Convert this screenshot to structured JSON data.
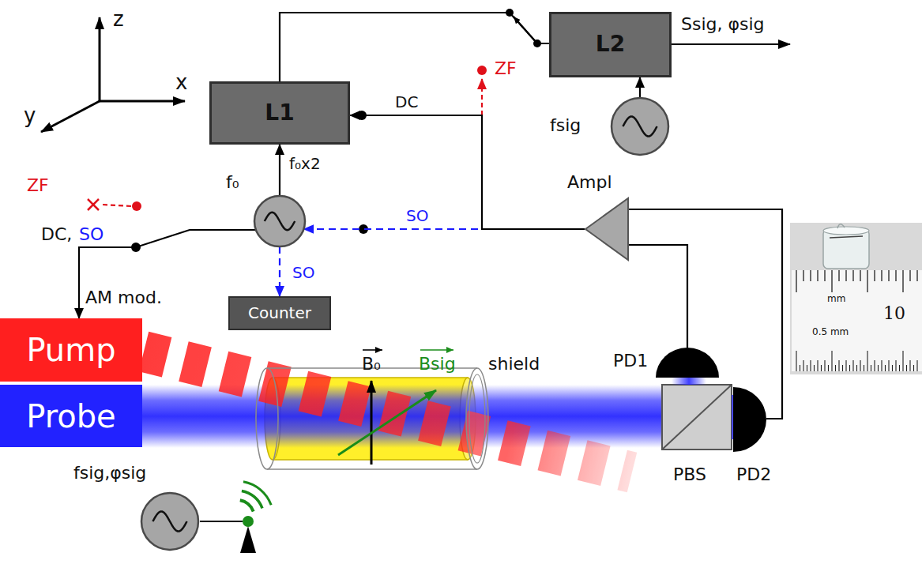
{
  "diagram": {
    "nodes": [
      {
        "text": [
          "L2"
        ]
      },
      {
        "text": [
          "fsig"
        ]
      },
      {
        "text": [
          "L1"
        ]
      },
      {
        "text": [
          "Ampl"
        ]
      },
      {
        "text": [
          "f₀"
        ]
      },
      {
        "text": [
          "Counter"
        ]
      },
      {
        "text": [
          "Pump"
        ]
      },
      {
        "text": [
          "Probe"
        ]
      },
      {
        "text": [
          "PD1"
        ]
      },
      {
        "text": [
          "PD2"
        ]
      },
      {
        "text": [
          "fsig,φsig"
        ]
      }
    ],
    "edges": [
      {
        "from": 2,
        "to": 0,
        "arrow": "none"
      },
      {
        "from": 1,
        "to": 0,
        "arrow": "to"
      },
      {
        "from": 4,
        "to": 2,
        "label": "f₀x2",
        "arrow": "to"
      },
      {
        "from": 3,
        "to": 4,
        "label": "SO",
        "arrow": "to"
      },
      {
        "from": 3,
        "to": 2,
        "label": "DC",
        "arrow": "to"
      },
      {
        "from": 4,
        "to": 6,
        "arrow": "to"
      },
      {
        "from": 4,
        "to": 5,
        "label": "SO",
        "arrow": "to"
      },
      {
        "from": 8,
        "to": 3,
        "arrow": "none"
      },
      {
        "from": 9,
        "to": 3,
        "arrow": "none"
      }
    ],
    "labels": [
      "z",
      "x",
      "y",
      "Ssig, φsig",
      "ZF",
      "ZF",
      "DC,",
      "SO",
      "AM mod.",
      "mm",
      "10",
      "0.5 mm",
      "B₀",
      "Bsig",
      "shield",
      "PBS"
    ]
  }
}
